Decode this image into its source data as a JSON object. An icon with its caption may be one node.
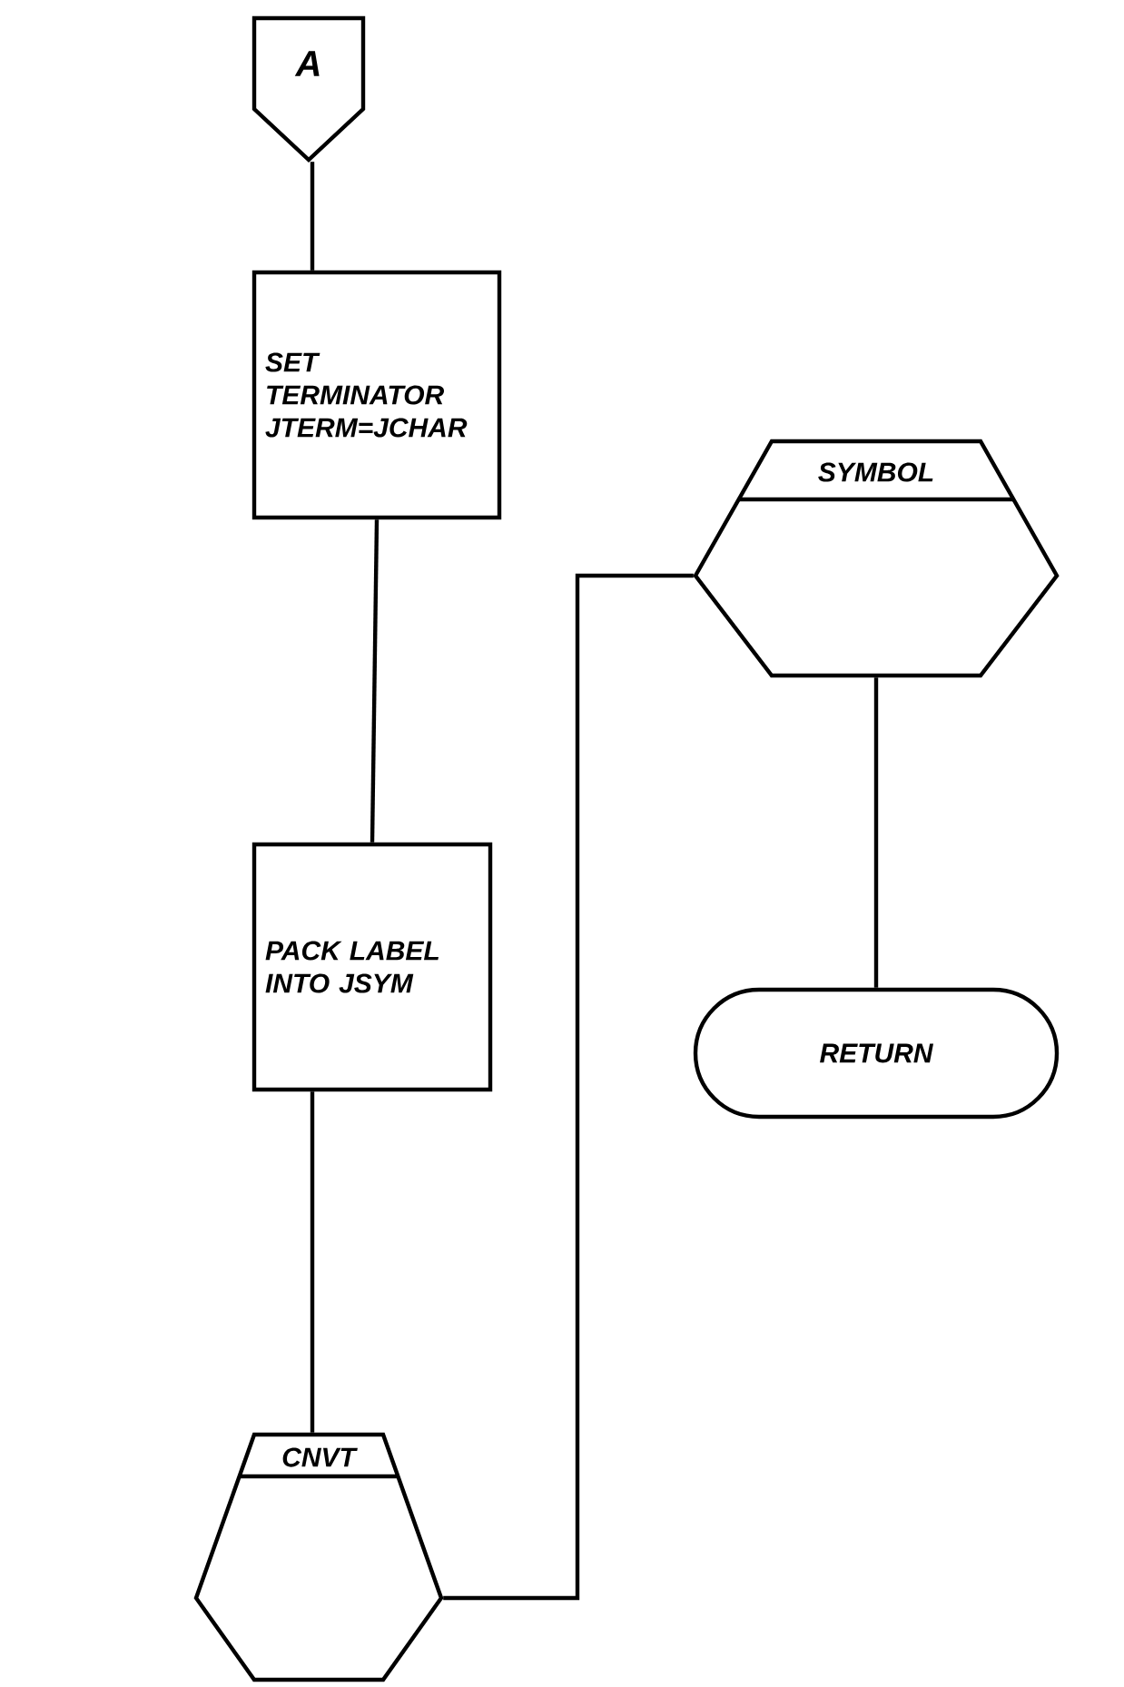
{
  "diagram": {
    "nodes": [
      {
        "text": [
          "A"
        ]
      },
      {
        "text": [
          "SET TERMINATOR JTERM=JCHAR"
        ]
      },
      {
        "text": [
          "PACK LABEL INTO JSYM"
        ]
      },
      {
        "text": [
          "CNVT"
        ]
      },
      {
        "text": [
          "SYMBOL"
        ]
      },
      {
        "text": [
          "RETURN"
        ]
      }
    ],
    "edges": [
      {
        "from": 0,
        "to": 1,
        "arrow": "none"
      },
      {
        "from": 1,
        "to": 2,
        "arrow": "none"
      },
      {
        "from": 2,
        "to": 3,
        "arrow": "none"
      },
      {
        "from": 3,
        "to": 4,
        "arrow": "none"
      },
      {
        "from": 4,
        "to": 5,
        "arrow": "none"
      }
    ]
  }
}
